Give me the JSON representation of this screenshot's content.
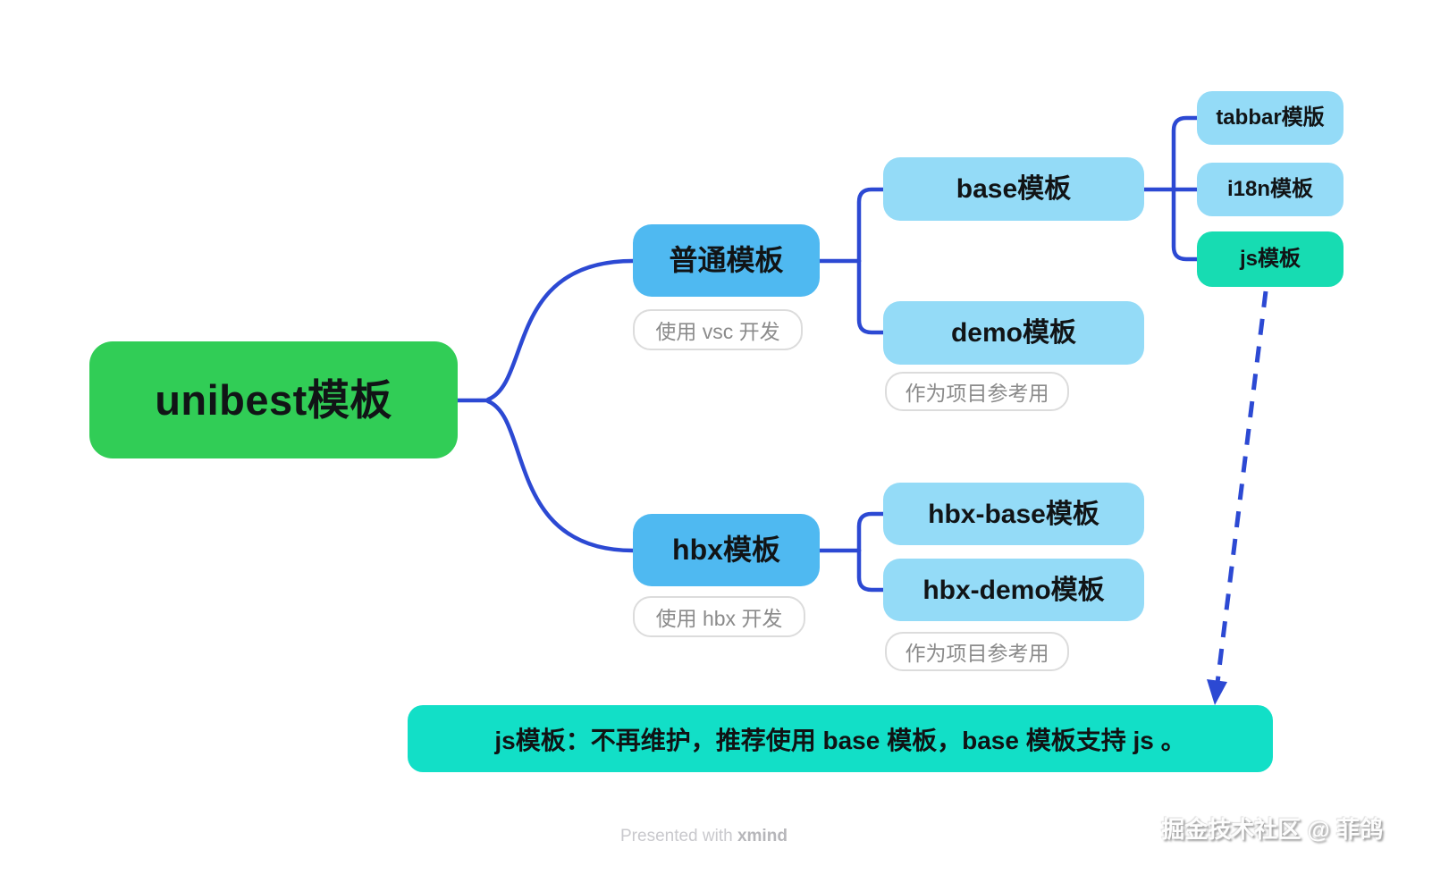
{
  "mindmap": {
    "root": {
      "label": "unibest模板"
    },
    "branches": [
      {
        "label": "普通模板",
        "note": "使用 vsc 开发",
        "children": [
          {
            "label": "base模板",
            "children": [
              {
                "label": "tabbar模版"
              },
              {
                "label": "i18n模板"
              },
              {
                "label": "js模板"
              }
            ]
          },
          {
            "label": "demo模板",
            "note": "作为项目参考用"
          }
        ]
      },
      {
        "label": "hbx模板",
        "note": "使用 hbx 开发",
        "children": [
          {
            "label": "hbx-base模板"
          },
          {
            "label": "hbx-demo模板",
            "note": "作为项目参考用"
          }
        ]
      }
    ],
    "callout": "js模板：不再维护，推荐使用 base 模板，base 模板支持 js 。"
  },
  "footer": {
    "presented_with": "Presented with ",
    "brand": "xmind"
  },
  "watermark": "掘金技术社区 @ 菲鸽",
  "colors": {
    "root_green": "#31CD56",
    "branch_blue": "#4FB9F1",
    "child_light_blue": "#94DBF7",
    "js_teal": "#17DCB2",
    "callout_teal": "#12DFC7",
    "connector_blue": "#2C49D3",
    "note_border_gray": "#DCDCDC",
    "note_text_gray": "#8B8B8B"
  }
}
